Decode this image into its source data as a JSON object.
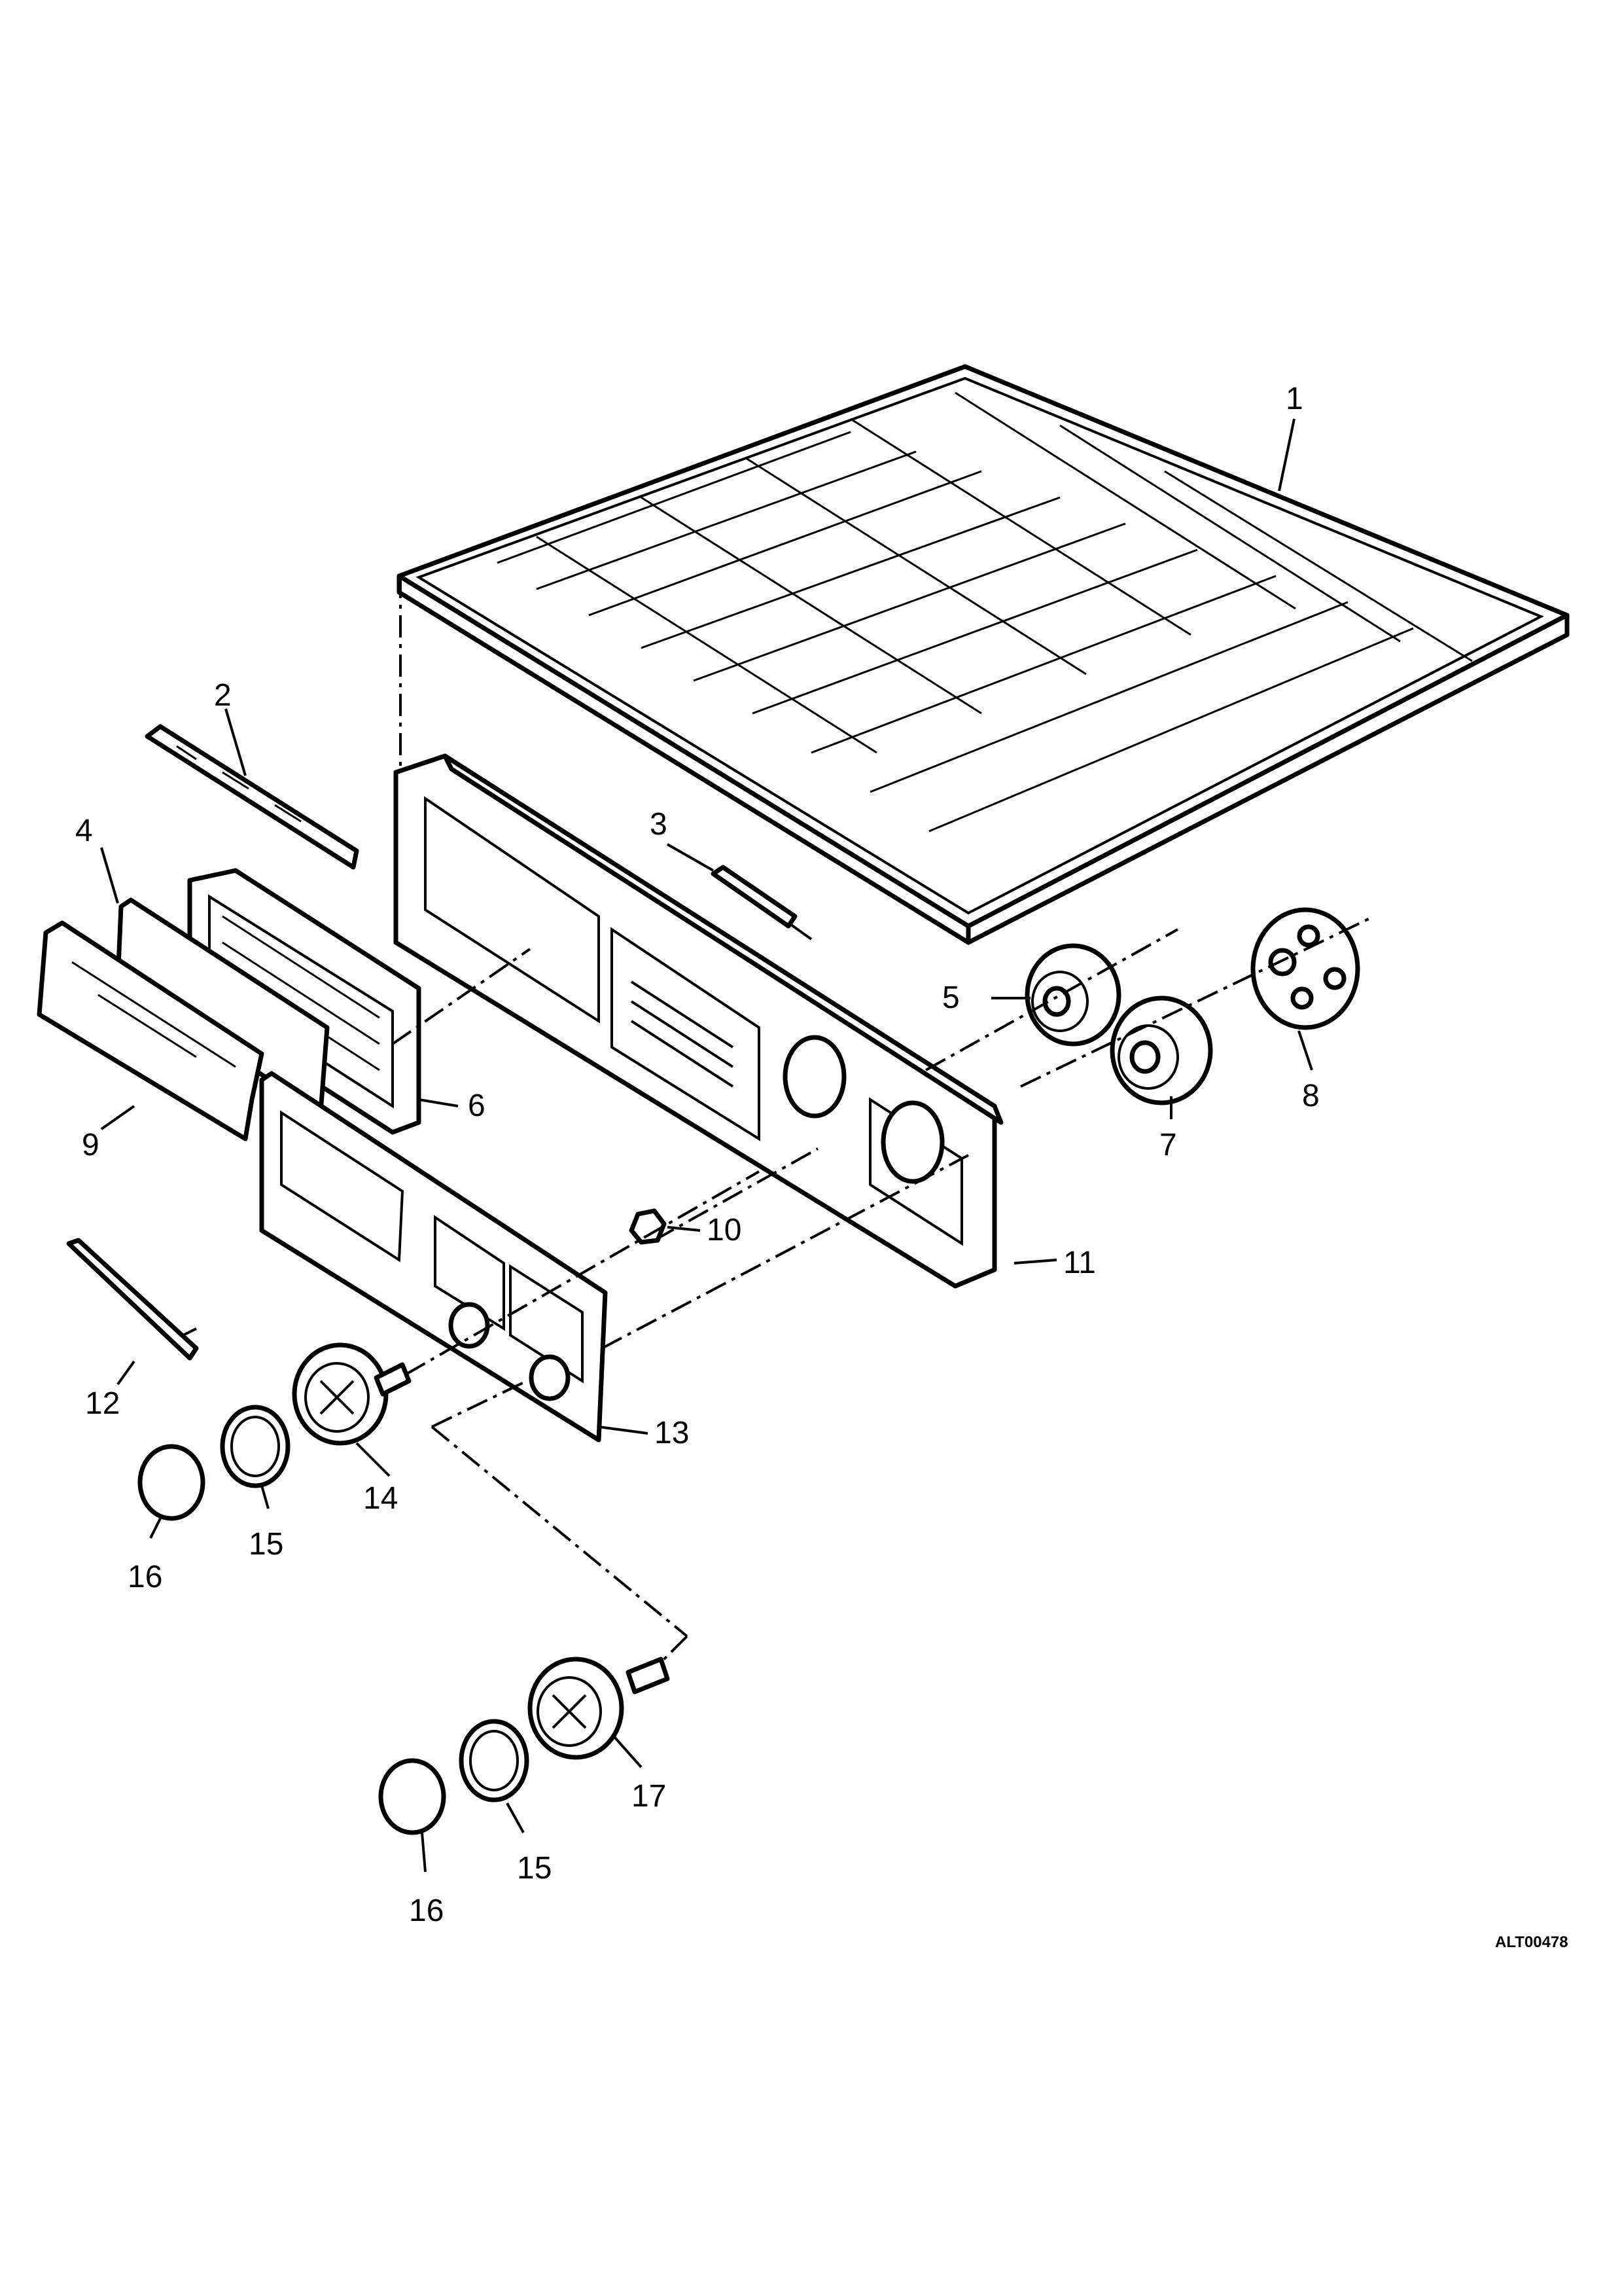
{
  "figure_ref": "ALT00478",
  "callouts": {
    "c1": "1",
    "c2": "2",
    "c3": "3",
    "c4": "4",
    "c5": "5",
    "c6": "6",
    "c7": "7",
    "c8": "8",
    "c9": "9",
    "c10": "10",
    "c11": "11",
    "c12": "12",
    "c13": "13",
    "c14": "14",
    "c15a": "15",
    "c15b": "15",
    "c16a": "16",
    "c16b": "16",
    "c17": "17"
  },
  "colors": {
    "line": "#000000",
    "background": "#ffffff"
  }
}
